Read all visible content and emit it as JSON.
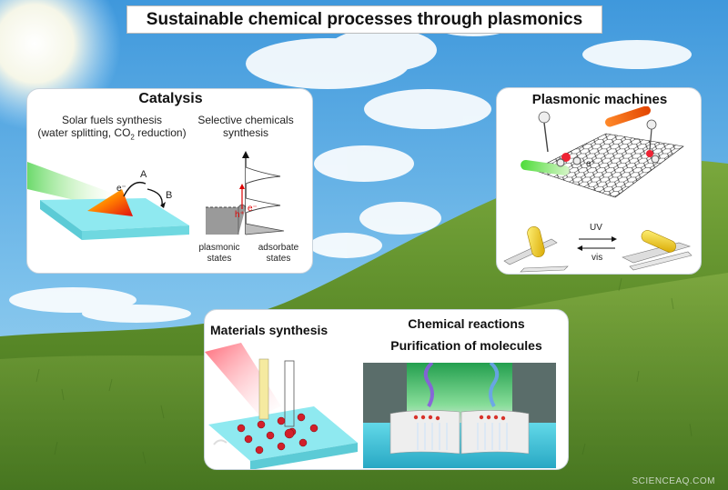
{
  "title": "Sustainable chemical processes through plasmonics",
  "catalysis": {
    "title": "Catalysis",
    "solar_line1": "Solar fuels synthesis",
    "solar_line2_a": "(water splitting, CO",
    "solar_line2_sub": "2",
    "solar_line2_b": "reduction)",
    "selective_line1": "Selective chemicals",
    "selective_line2": "synthesis",
    "label_a": "A",
    "label_b": "B",
    "label_electron": "e⁻",
    "label_e": "e⁻",
    "label_h": "h⁺",
    "plasmonic_line1": "plasmonic",
    "plasmonic_line2": "states",
    "adsorbate_line1": "adsorbate",
    "adsorbate_line2": "states"
  },
  "machines": {
    "title": "Plasmonic machines",
    "label_electron": "e⁻",
    "uv": "UV",
    "vis": "vis"
  },
  "materials": {
    "title": "Materials synthesis"
  },
  "reactions": {
    "title_line1": "Chemical reactions",
    "title_line2": "Purification of molecules"
  },
  "watermark": "SCIENCEAQ.COM",
  "colors": {
    "sky": "#6fb6e6",
    "grass": "#5f8f2c",
    "panel": "#ffffff",
    "cyan_slab": "#7fe3ea"
  }
}
